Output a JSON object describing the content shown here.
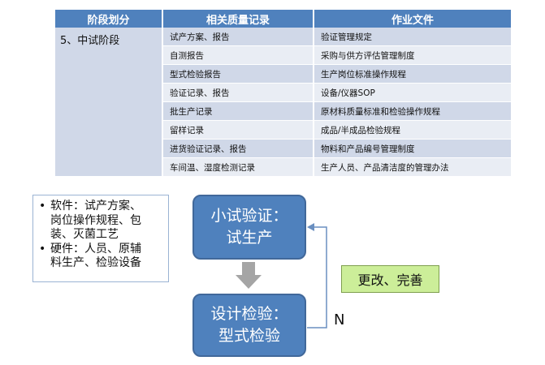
{
  "table": {
    "headers": [
      "阶段划分",
      "相关质量记录",
      "作业文件"
    ],
    "stage": "5、中试阶段",
    "rows": [
      {
        "record": "试产方案、报告",
        "doc": "验证管理规定"
      },
      {
        "record": "自测报告",
        "doc": "采购与供方评估管理制度"
      },
      {
        "record": "型式检验报告",
        "doc": "生产岗位标准操作规程"
      },
      {
        "record": "验证记录、报告",
        "doc": "设备/仪器SOP"
      },
      {
        "record": "批生产记录",
        "doc": "原材料质量标准和检验操作规程"
      },
      {
        "record": "留样记录",
        "doc": "成品/半成品检验规程"
      },
      {
        "record": "进货验证记录、报告",
        "doc": "物料和产品编号管理制度"
      },
      {
        "record": "车间温、湿度检测记录",
        "doc": "生产人员、产品清洁度的管理办法"
      }
    ]
  },
  "bullets": {
    "marker": "•",
    "items": [
      [
        "软件：试产方案、",
        "岗位操作规程、包",
        "装、灭菌工艺"
      ],
      [
        "硬件：人员、原辅",
        "料生产、检验设备"
      ]
    ]
  },
  "flow": {
    "box1": [
      "小试验证：",
      "试生产"
    ],
    "box2": [
      "设计检验：",
      "型式检验"
    ],
    "improve": "更改、完善",
    "n_label": "N"
  },
  "colors": {
    "header": "#4f81bd",
    "row_dark": "#d0d8e8",
    "row_light": "#e9edf4",
    "box": "#4f81bd",
    "improve": "#ccee99"
  }
}
